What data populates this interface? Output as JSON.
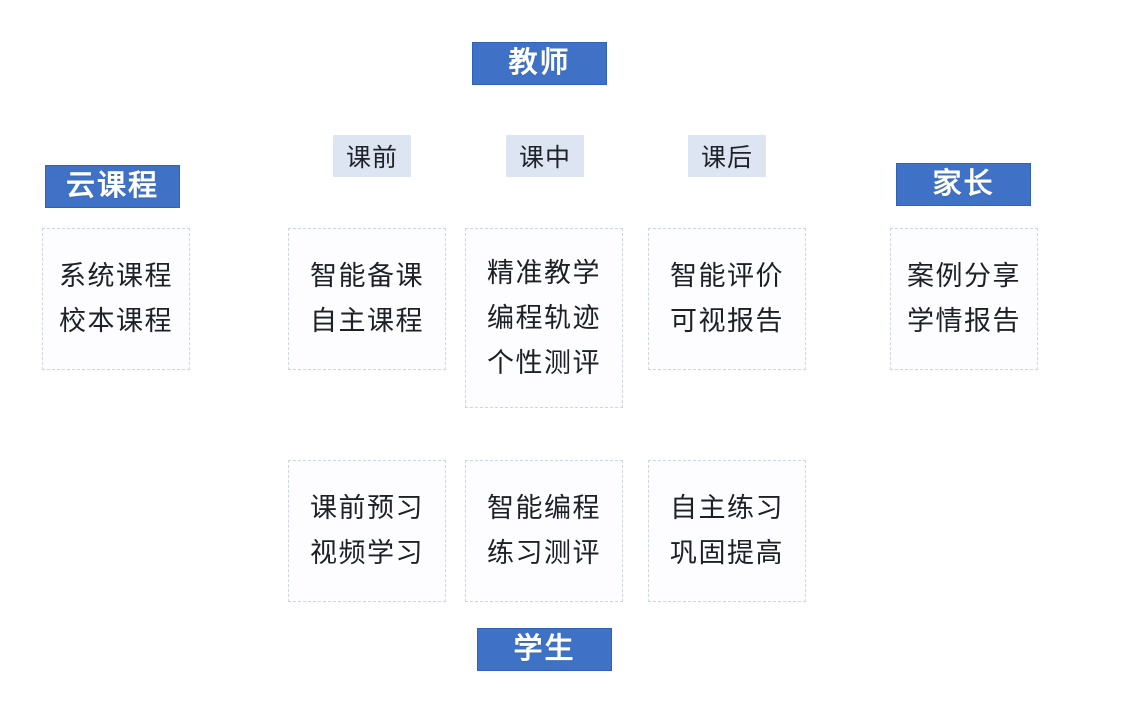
{
  "roles": {
    "teacher": "教师",
    "student": "学生",
    "cloud_course": "云课程",
    "parent": "家长"
  },
  "stages": {
    "pre_class": "课前",
    "in_class": "课中",
    "post_class": "课后"
  },
  "cards": {
    "cloud_course": {
      "lines": [
        "系统课程",
        "校本课程"
      ]
    },
    "parent": {
      "lines": [
        "案例分享",
        "学情报告"
      ]
    },
    "teacher_pre_class": {
      "lines": [
        "智能备课",
        "自主课程"
      ]
    },
    "teacher_in_class": {
      "lines": [
        "精准教学",
        "编程轨迹",
        "个性测评"
      ]
    },
    "teacher_post_class": {
      "lines": [
        "智能评价",
        "可视报告"
      ]
    },
    "student_pre_class": {
      "lines": [
        "课前预习",
        "视频学习"
      ]
    },
    "student_in_class": {
      "lines": [
        "智能编程",
        "练习测评"
      ]
    },
    "student_post_class": {
      "lines": [
        "自主练习",
        "巩固提高"
      ]
    }
  },
  "colors": {
    "role_chip_fill": "#3f72c6",
    "role_chip_border": "#3163b4",
    "role_chip_text": "#ffffff",
    "stage_chip_fill": "#dce5f1",
    "stage_chip_text": "#1f2229",
    "card_border": "#ccd6e4",
    "card_text": "#1d2026",
    "background": "#ffffff"
  }
}
